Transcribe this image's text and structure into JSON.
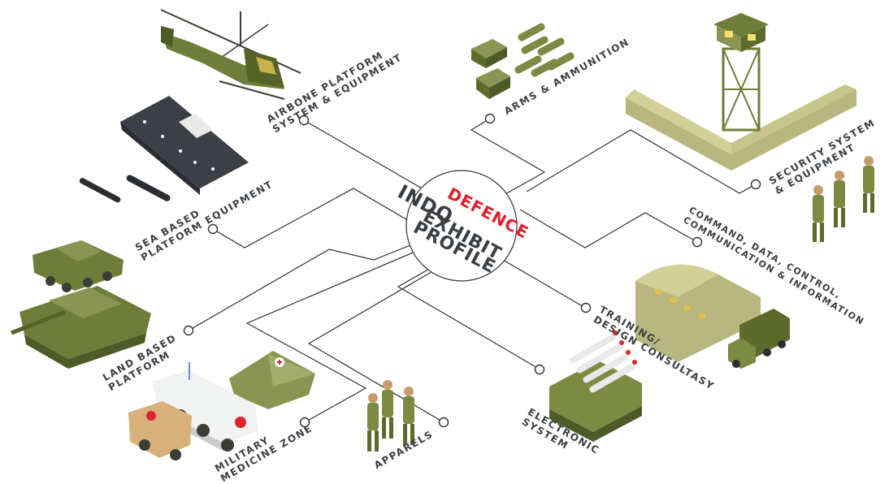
{
  "logo": {
    "indo": "INDO",
    "defence": "DEFENCE",
    "exhibit": "EXHIBIT",
    "profile": "PROFILE",
    "colors": {
      "dark": "#3a3f44",
      "red": "#e0202e"
    }
  },
  "categories": [
    {
      "id": "airborne",
      "lines": [
        "AIRBONE PLATFORM",
        "SYSTEM & EQUIPMENT"
      ]
    },
    {
      "id": "arms",
      "lines": [
        "ARMS & AMMUNITION"
      ]
    },
    {
      "id": "security",
      "lines": [
        "SECURITY SYSTEM",
        "& EQUIPMENT"
      ]
    },
    {
      "id": "command",
      "lines": [
        "COMMAND, DATA, CONTROL,",
        "COMMUNICATION & INFORMATION"
      ]
    },
    {
      "id": "training",
      "lines": [
        "TRAINING/",
        "DESIGN CONSULTASY"
      ]
    },
    {
      "id": "electronic",
      "lines": [
        "ELECTRONIC",
        "SYSTEM"
      ]
    },
    {
      "id": "apparels",
      "lines": [
        "APPARELS"
      ]
    },
    {
      "id": "medicine",
      "lines": [
        "MILITARY",
        "MEDICINE ZONE"
      ]
    },
    {
      "id": "land",
      "lines": [
        "LAND BASED",
        "PLATFORM"
      ]
    },
    {
      "id": "sea",
      "lines": [
        "SEA BASED",
        "PLATFORM EQUIPMENT"
      ]
    }
  ],
  "colors": {
    "olive": "#6f7d3a",
    "olive_dark": "#4e5a28",
    "sand": "#b8b67e",
    "line": "#2f3338",
    "ship": "#3c4046",
    "white": "#ffffff",
    "cross": "#d8262c"
  }
}
